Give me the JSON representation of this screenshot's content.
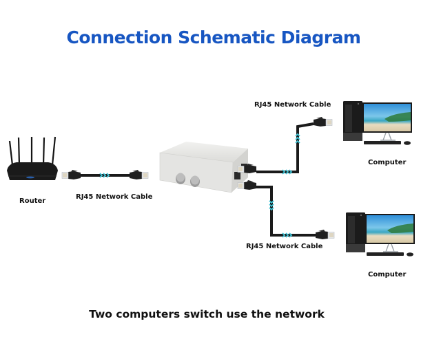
{
  "title": "Connection Schematic Diagram",
  "caption": "Two computers switch use the network",
  "colors": {
    "title": "#1756c2",
    "cable": "#1a1a1a",
    "chevron": "#3fc6d8",
    "switch_body": "#e4e4e2"
  },
  "devices": {
    "router": {
      "label": "Router",
      "icon": "router-icon"
    },
    "switch": {
      "icon": "network-switch-icon"
    },
    "computer_1": {
      "label": "Computer",
      "icon": "desktop-computer-icon"
    },
    "computer_2": {
      "label": "Computer",
      "icon": "desktop-computer-icon"
    }
  },
  "cables": {
    "router_to_switch": {
      "label": "RJ45 Network Cable"
    },
    "switch_to_computer_1": {
      "label": "RJ45 Network Cable"
    },
    "switch_to_computer_2": {
      "label": "RJ45 Network Cable"
    }
  }
}
